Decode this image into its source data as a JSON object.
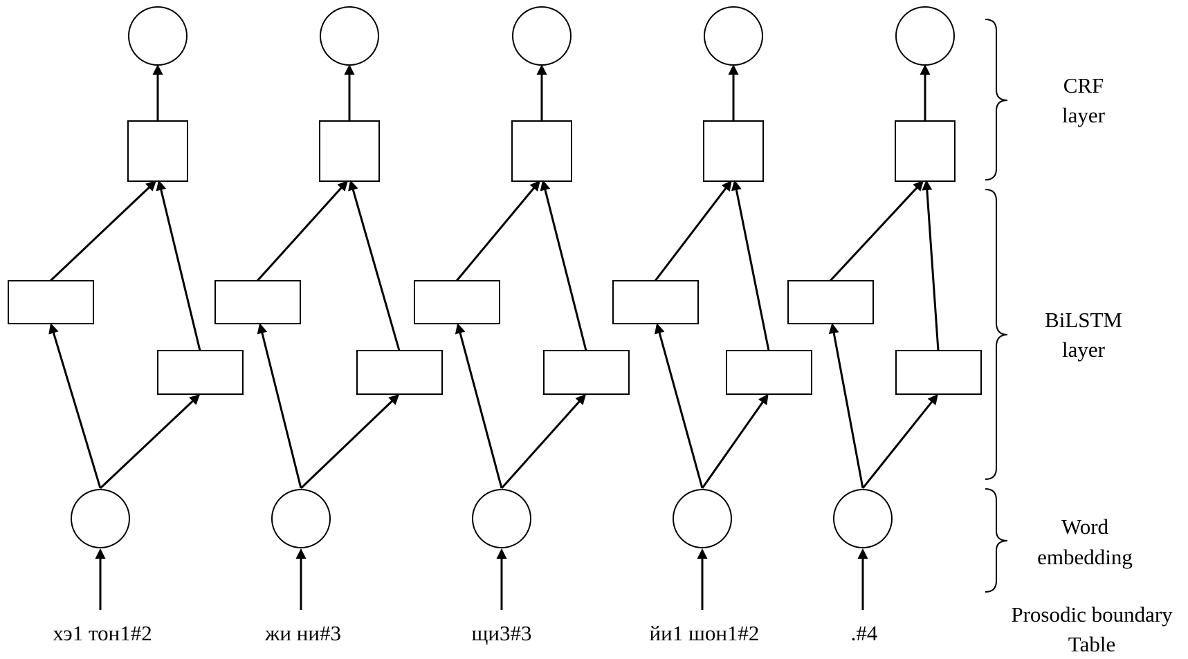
{
  "tokens": [
    "хэ1 тон1#2",
    "жи ни#3",
    "щи3#3",
    "йи1 шон1#2",
    ".#4"
  ],
  "layers": {
    "crf": [
      "CRF",
      "layer"
    ],
    "bilstm": [
      "BiLSTM",
      "layer"
    ],
    "embedding": [
      "Word",
      "embedding"
    ],
    "output": [
      "Prosodic boundary",
      "Table"
    ]
  },
  "colors": {
    "stroke": "#000000",
    "fill": "#ffffff"
  }
}
